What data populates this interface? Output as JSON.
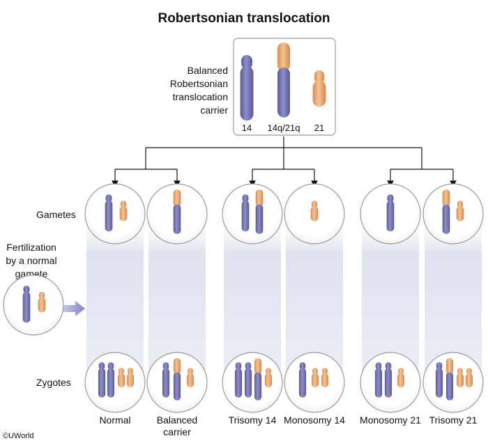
{
  "title": "Robertsonian translocation",
  "carrier": {
    "label_lines": [
      "Balanced",
      "Robertsonian",
      "translocation",
      "carrier"
    ],
    "chromosomes": [
      "14",
      "14q/21q",
      "21"
    ]
  },
  "row_labels": {
    "gametes": "Gametes",
    "zygotes": "Zygotes"
  },
  "fertilization_label_lines": [
    "Fertilization",
    "by a normal",
    "gamete"
  ],
  "outcomes": [
    {
      "lines": [
        "Normal"
      ]
    },
    {
      "lines": [
        "Balanced",
        "carrier"
      ]
    },
    {
      "lines": [
        "Trisomy 14"
      ]
    },
    {
      "lines": [
        "Monosomy 14"
      ]
    },
    {
      "lines": [
        "Monosomy 21"
      ]
    },
    {
      "lines": [
        "Trisomy 21"
      ]
    }
  ],
  "copyright": "©UWorld",
  "colors": {
    "chrom14": "#7474b0",
    "chrom21": "#eba66a",
    "column_fill": "#dde0ee",
    "circle_border": "#9a9a9a",
    "arrow": "#8d93c8"
  }
}
